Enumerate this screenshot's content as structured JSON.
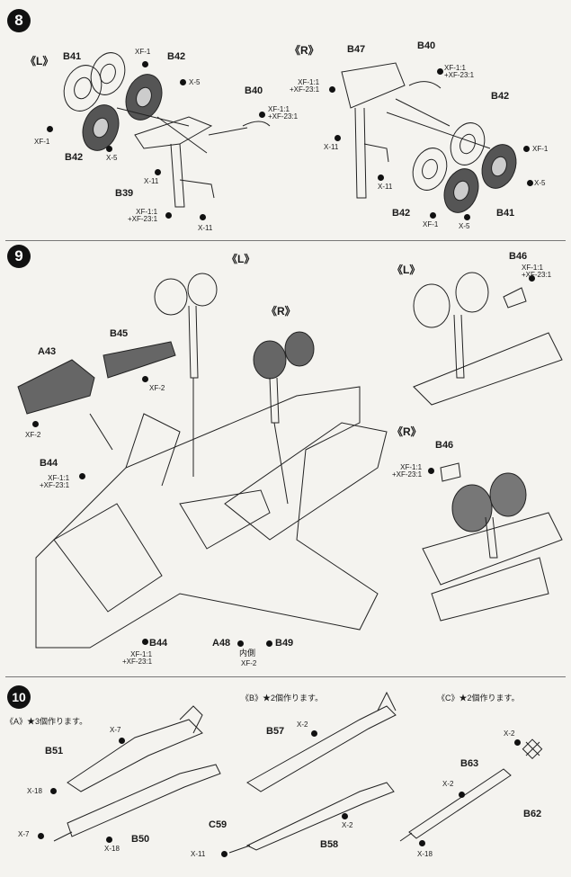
{
  "steps": [
    {
      "number": "8"
    },
    {
      "number": "9"
    },
    {
      "number": "10"
    }
  ],
  "step8": {
    "left_title": "《L》",
    "right_title": "《R》",
    "left": {
      "b41": "B41",
      "b42_top": "B42",
      "b42_bot": "B42",
      "b40": "B40",
      "b39": "B39",
      "xf1_a": "XF-1",
      "xf1_b": "XF-1",
      "x5_a": "X-5",
      "x5_b": "X-5",
      "xf_mix_a": "XF-1:1\n+XF-23:1",
      "xf_mix_b": "XF-1:1\n+XF-23:1",
      "x11_a": "X-11",
      "x11_b": "X-11"
    },
    "right": {
      "b47": "B47",
      "b40": "B40",
      "b42_top": "B42",
      "b42_bot": "B42",
      "b41": "B41",
      "xf_mix_a": "XF-1:1\n+XF-23:1",
      "xf_mix_b": "XF-1:1\n+XF-23:1",
      "x11_a": "X-11",
      "x11_b": "X-11",
      "xf1_a": "XF-1",
      "xf1_b": "XF-1",
      "x5_a": "X-5",
      "x5_b": "X-5"
    }
  },
  "step9": {
    "left_title": "《L》",
    "right_title": "《R》",
    "detail_l_title": "《L》",
    "detail_r_title": "《R》",
    "a43": "A43",
    "b45": "B45",
    "b44_top": "B44",
    "b44_bot": "B44",
    "a48": "A48",
    "b49": "B49",
    "b46_top": "B46",
    "b46_bot": "B46",
    "xf2_a": "XF-2",
    "xf2_b": "XF-2",
    "xf_mix_a": "XF-1:1\n+XF-23:1",
    "xf_mix_b": "XF-1:1\n+XF-23:1",
    "xf_mix_c": "XF-1:1\n+XF-23:1",
    "xf_mix_d": "XF-1:1\n+XF-23:1",
    "inner_note": "内側",
    "xf2_c": "XF-2"
  },
  "step10": {
    "a_title": "《A》★3個作ります。",
    "b_title": "《B》★2個作ります。",
    "c_title": "《C》★2個作ります。",
    "a": {
      "b51": "B51",
      "b50": "B50",
      "x7_a": "X-7",
      "x7_b": "X-7",
      "x18_a": "X-18",
      "x18_b": "X-18"
    },
    "b": {
      "b57": "B57",
      "b58": "B58",
      "c59": "C59",
      "x2_a": "X-2",
      "x2_b": "X-2",
      "x11": "X-11"
    },
    "c": {
      "b63": "B63",
      "b62": "B62",
      "x2_a": "X-2",
      "x2_b": "X-2",
      "x18": "X-18"
    }
  }
}
